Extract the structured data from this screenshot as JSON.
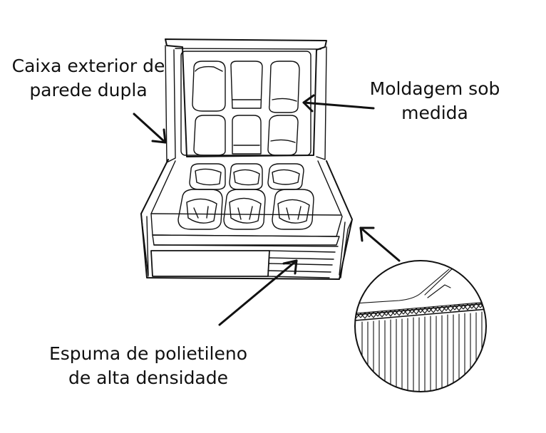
{
  "labels": {
    "outer_box": {
      "line1": "Caixa exterior de",
      "line2": "parede dupla"
    },
    "custom_molding": {
      "line1": "Moldagem sob",
      "line2": "medida"
    },
    "foam": {
      "line1": "Espuma de polietileno",
      "line2": "de alta densidade"
    }
  },
  "colors": {
    "ink": "#111111",
    "background": "#ffffff"
  }
}
